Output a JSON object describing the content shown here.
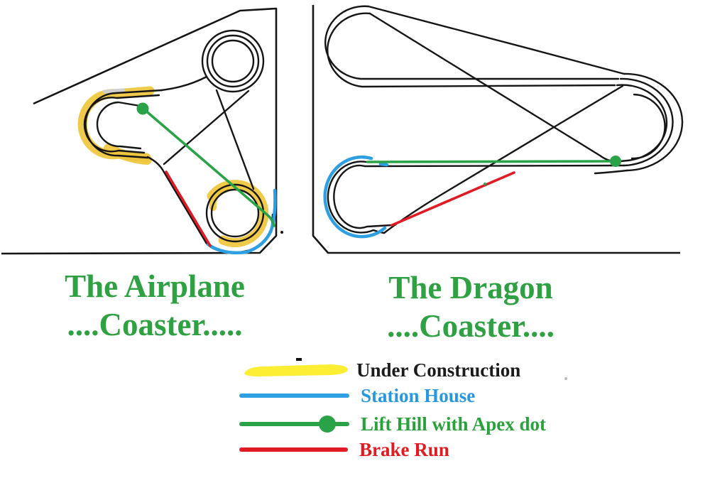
{
  "page": {
    "description": "Hand-drawn map of two roller coaster layouts with a color legend",
    "background": "#ffffff"
  },
  "titles": {
    "airplane": {
      "line1": "The Airplane",
      "line2": "....Coaster....."
    },
    "dragon": {
      "line1": "The Dragon",
      "line2": "....Coaster...."
    }
  },
  "legend": {
    "items": [
      {
        "label": "Under Construction",
        "text_color": "#1b1b1b",
        "swatch_color": "#fcee33",
        "swatch_shape": "highlighter-stroke"
      },
      {
        "label": "Station House",
        "text_color": "#2798dd",
        "swatch_color": "#2e9fe0",
        "swatch_shape": "line"
      },
      {
        "label": "Lift Hill with Apex dot",
        "text_color": "#2aa23c",
        "swatch_color": "#2aa348",
        "swatch_shape": "line-with-dot"
      },
      {
        "label": "Brake Run",
        "text_color": "#e01b22",
        "swatch_color": "#e01b24",
        "swatch_shape": "line"
      }
    ]
  },
  "colors": {
    "track_black": "#151515",
    "under_construction_yellow": "#eec63c",
    "legend_yellow": "#fcee33",
    "station_blue": "#2e9fe0",
    "lift_green": "#2aa348",
    "brake_red": "#e01b24",
    "title_green": "#2fa143",
    "legend_text_black": "#1b1b1b"
  },
  "diagrams": {
    "airplane": {
      "name": "The Airplane Coaster",
      "features": [
        "under-construction highlight",
        "station house",
        "lift hill with apex dot",
        "brake run"
      ]
    },
    "dragon": {
      "name": "The Dragon Coaster",
      "features": [
        "station house",
        "lift hill with apex dot",
        "brake run"
      ]
    }
  }
}
